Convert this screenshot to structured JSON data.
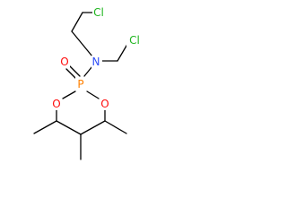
{
  "colors": {
    "bond": "#000000",
    "carbon": "#000000",
    "nitrogen": "#3050f8",
    "oxygen": "#ff0d0d",
    "phosphorus": "#ff8000",
    "chlorine": "#1fb51f"
  },
  "atoms": {
    "p": "P",
    "o_double": "O",
    "n": "N",
    "o_ring_left": "O",
    "o_ring_right": "O",
    "cl_left": "Cl",
    "cl_right": "Cl"
  }
}
